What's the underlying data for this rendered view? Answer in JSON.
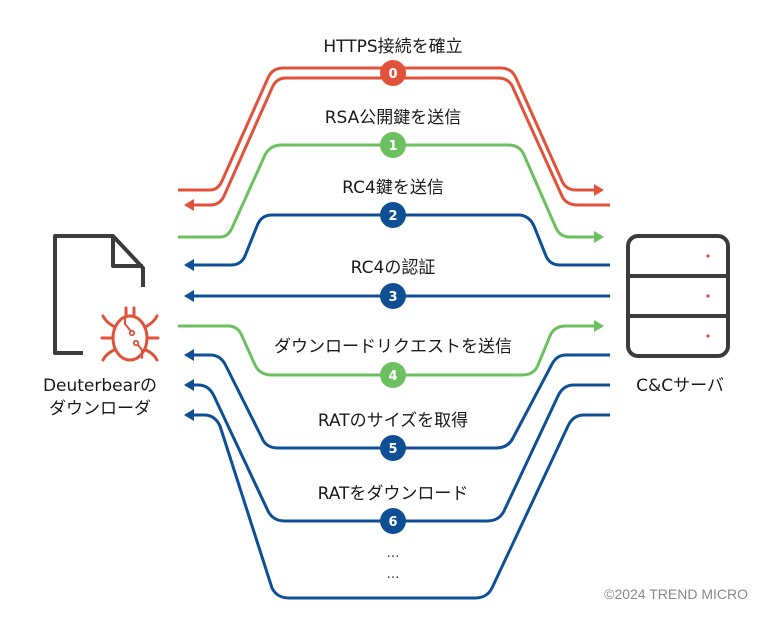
{
  "colors": {
    "red": "#e0533a",
    "green": "#6cc05f",
    "blue": "#0e4f96",
    "dark": "#3c3c3c",
    "gray_text": "#8a8a8a"
  },
  "left_node": {
    "icon": "document-with-bug-icon",
    "label_line1": "Deuterbearの",
    "label_line2": "ダウンローダ"
  },
  "right_node": {
    "icon": "server-icon",
    "label": "C&Cサーバ"
  },
  "steps": [
    {
      "number": "0",
      "label": "HTTPS接続を確立",
      "color": "red",
      "direction": "both"
    },
    {
      "number": "1",
      "label": "RSA公開鍵を送信",
      "color": "green",
      "direction": "to-server"
    },
    {
      "number": "2",
      "label": "RC4鍵を送信",
      "color": "blue",
      "direction": "to-client"
    },
    {
      "number": "3",
      "label": "RC4の認証",
      "color": "blue",
      "direction": "to-client"
    },
    {
      "number": "4",
      "label": "ダウンロードリクエストを送信",
      "color": "green",
      "direction": "to-server"
    },
    {
      "number": "5",
      "label": "RATのサイズを取得",
      "color": "blue",
      "direction": "to-client"
    },
    {
      "number": "6",
      "label": "RATをダウンロード",
      "color": "blue",
      "direction": "to-client"
    }
  ],
  "continuation": [
    "…",
    "…"
  ],
  "copyright": "©2024 TREND MICRO"
}
